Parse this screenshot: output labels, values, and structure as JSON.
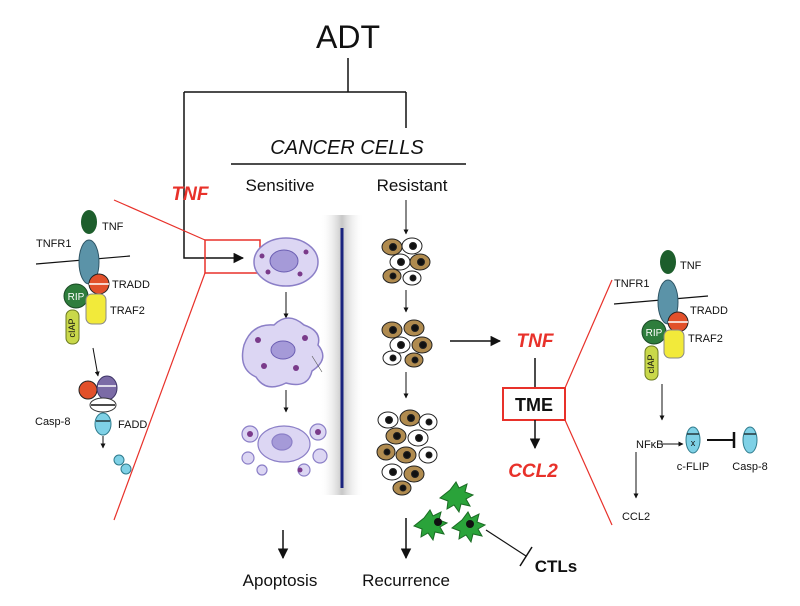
{
  "title": "ADT",
  "header": "CANCER CELLS",
  "columns": {
    "sensitive": "Sensitive",
    "resistant": "Resistant"
  },
  "outcomes": {
    "apoptosis": "Apoptosis",
    "recurrence": "Recurrence",
    "ctls": "CTLs"
  },
  "red_labels": {
    "tnf_left": "TNF",
    "tnf_middle": "TNF",
    "ccl2": "CCL2"
  },
  "tme": "TME",
  "left_pathway": {
    "tnf": "TNF",
    "tnfr1": "TNFR1",
    "tradd": "TRADD",
    "rip": "RIP",
    "traf2": "TRAF2",
    "ciap": "cIAP",
    "casp8": "Casp-8",
    "fadd": "FADD"
  },
  "right_pathway": {
    "tnf": "TNF",
    "tnfr1": "TNFR1",
    "tradd": "TRADD",
    "rip": "RIP",
    "traf2": "TRAF2",
    "ciap": "cIAP",
    "nfkb": "NFκB",
    "cflip": "c-FLIP",
    "casp8": "Casp-8",
    "ccl2": "CCL2",
    "x_mark": "x"
  },
  "colors": {
    "red": "#e8312a",
    "navy": "#1a237e",
    "tnf_green": "#1d5e2c",
    "receptor_blue": "#5b93a8",
    "tradd_orange": "#e2502a",
    "rip_green": "#2e7d3c",
    "traf2_yellow": "#f2ea3a",
    "ciap_olive": "#c9d84a",
    "fadd_purple": "#7b6ba6",
    "casp_cyan": "#7fd1e6",
    "cell_purple": "#8b7fc7",
    "tumor_tan": "#b08b4f",
    "ctl_green": "#2aa33a"
  }
}
